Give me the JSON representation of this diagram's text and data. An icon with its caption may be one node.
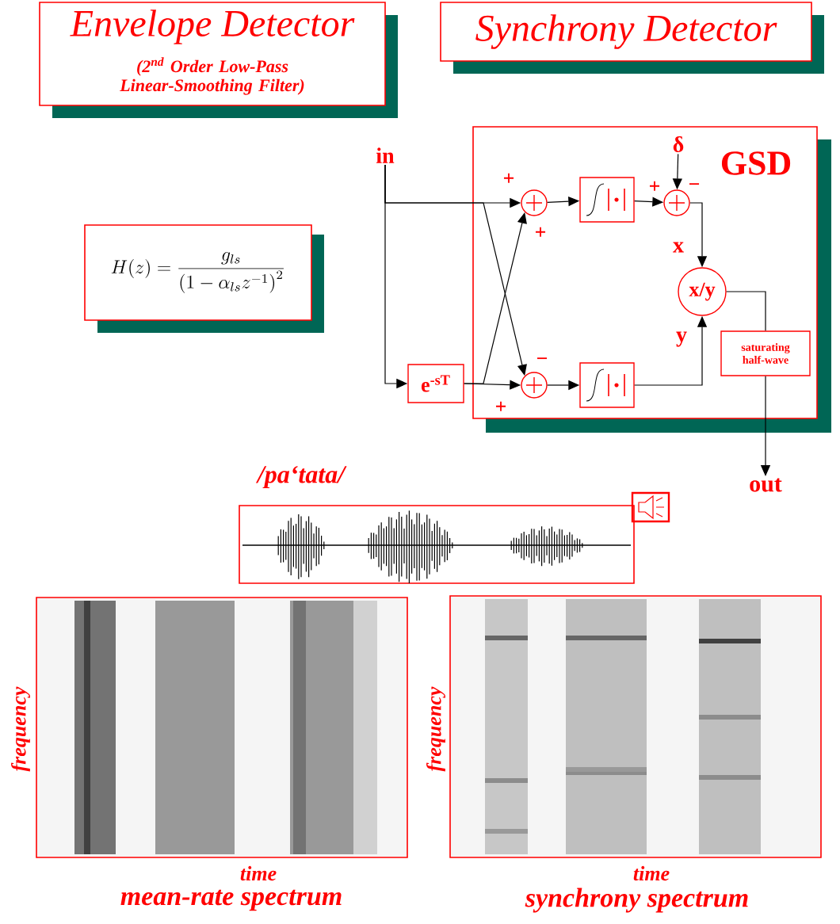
{
  "diagram": {
    "nodes": [
      {
        "text": [
          "Envelope Detector",
          "(2$^{nd}$ Order Low-Pass Linear-Smoothing Filter)"
        ]
      },
      {
        "text": [
          "Synchrony Detector"
        ]
      },
      {
        "text": [
          "H(z) = \\frac{g_{ls}}{\\left(1-\\alpha_{ls} z^{-1}\\right)^{2}}"
        ]
      },
      {
        "text": [
          "GSD"
        ]
      },
      {
        "text": [
          "in"
        ]
      },
      {
        "text": [],
        "shape": "circle",
        "in": 3,
        "beside": [
          "+",
          "+"
        ]
      },
      {
        "text": [],
        "shape": "box",
        "in": 3
      },
      {
        "text": [],
        "shape": "circle",
        "in": 3,
        "beside": [
          "+",
          "−"
        ]
      },
      {
        "text": [
          "δ"
        ],
        "in": 3
      },
      {
        "text": [
          "x/y"
        ],
        "in": 3
      },
      {
        "text": [
          "e$^{-sT}$"
        ]
      },
      {
        "text": [],
        "shape": "circle",
        "in": 3,
        "beside": [
          "−",
          "+"
        ]
      },
      {
        "text": [],
        "shape": "box",
        "in": 3
      },
      {
        "text": [
          "saturating half-wave"
        ],
        "in": 3
      },
      {
        "text": [
          "out"
        ]
      }
    ],
    "edges": [
      {
        "from": 4,
        "to": 5,
        "arrow": "to"
      },
      {
        "from": 4,
        "to": 10,
        "arrow": "to"
      },
      {
        "from": 4,
        "to": 11,
        "arrow": "to"
      },
      {
        "from": 10,
        "to": 11,
        "arrow": "to"
      },
      {
        "from": 10,
        "to": 5,
        "arrow": "to"
      },
      {
        "from": 5,
        "to": 6,
        "arrow": "to"
      },
      {
        "from": 6,
        "to": 7,
        "arrow": "to"
      },
      {
        "from": 8,
        "to": 7,
        "arrow": "to"
      },
      {
        "from": 7,
        "to": 9,
        "arrow": "to",
        "label": "x"
      },
      {
        "from": 11,
        "to": 12,
        "arrow": "to"
      },
      {
        "from": 12,
        "to": 9,
        "arrow": "to",
        "label": "y"
      },
      {
        "from": 9,
        "to": 13,
        "arrow": "none"
      },
      {
        "from": 13,
        "to": 14,
        "arrow": "to"
      }
    ],
    "labels": [
      "/pa‘tata/",
      "frequency",
      "time",
      "mean-rate spectrum",
      "frequency",
      "time",
      "synchrony spectrum"
    ]
  }
}
